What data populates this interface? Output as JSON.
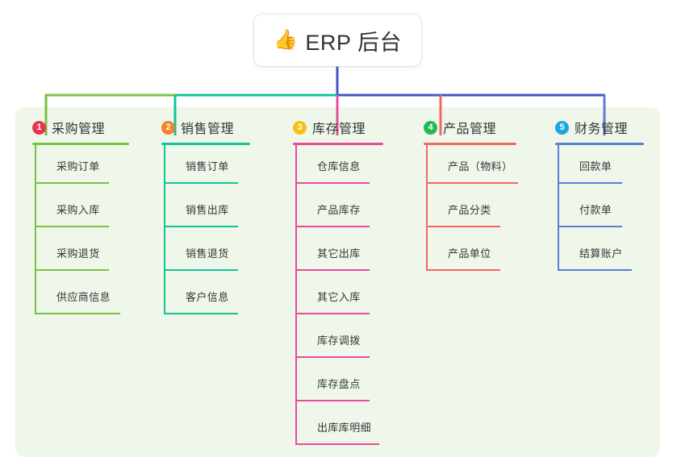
{
  "root": {
    "icon": "thumbs-up-icon",
    "icon_glyph": "👍",
    "title": "ERP 后台"
  },
  "palette": {
    "panel_bg": "#eef7e9",
    "card_bg": "#ffffff",
    "text": "#313539",
    "wire_green": "#7ac143",
    "wire_teal": "#15c39a",
    "wire_blue": "#4455c7",
    "wire_pink": "#ea4c9b",
    "wire_red": "#f2695f"
  },
  "columns": [
    {
      "index": "1",
      "title": "采购管理",
      "badge_color": "#e8344e",
      "line_color": "#7ac143",
      "rule_width": 120,
      "items": [
        {
          "label": "采购订单",
          "rule_width": 92
        },
        {
          "label": "采购入库",
          "rule_width": 92
        },
        {
          "label": "采购退货",
          "rule_width": 92
        },
        {
          "label": "供应商信息",
          "rule_width": 106
        }
      ]
    },
    {
      "index": "2",
      "title": "销售管理",
      "badge_color": "#f4822c",
      "line_color": "#15c39a",
      "rule_width": 110,
      "items": [
        {
          "label": "销售订单",
          "rule_width": 92
        },
        {
          "label": "销售出库",
          "rule_width": 92
        },
        {
          "label": "销售退货",
          "rule_width": 92
        },
        {
          "label": "客户信息",
          "rule_width": 92
        }
      ]
    },
    {
      "index": "3",
      "title": "库存管理",
      "badge_color": "#f6c013",
      "line_color": "#ea4c9b",
      "rule_width": 112,
      "items": [
        {
          "label": "仓库信息",
          "rule_width": 92
        },
        {
          "label": "产品库存",
          "rule_width": 92
        },
        {
          "label": "其它出库",
          "rule_width": 92
        },
        {
          "label": "其它入库",
          "rule_width": 92
        },
        {
          "label": "库存调拨",
          "rule_width": 92
        },
        {
          "label": "库存盘点",
          "rule_width": 92
        },
        {
          "label": "出库库明细",
          "rule_width": 104
        }
      ]
    },
    {
      "index": "4",
      "title": "产品管理",
      "badge_color": "#21ba53",
      "line_color": "#f2695f",
      "rule_width": 115,
      "items": [
        {
          "label": "产品（物料）",
          "rule_width": 114
        },
        {
          "label": "产品分类",
          "rule_width": 92
        },
        {
          "label": "产品单位",
          "rule_width": 92
        }
      ]
    },
    {
      "index": "5",
      "title": "财务管理",
      "badge_color": "#19a7e0",
      "line_color": "#5b7fd4",
      "rule_width": 110,
      "items": [
        {
          "label": "回款单",
          "rule_width": 80
        },
        {
          "label": "付款单",
          "rule_width": 80
        },
        {
          "label": "结算账户",
          "rule_width": 92
        }
      ]
    }
  ]
}
